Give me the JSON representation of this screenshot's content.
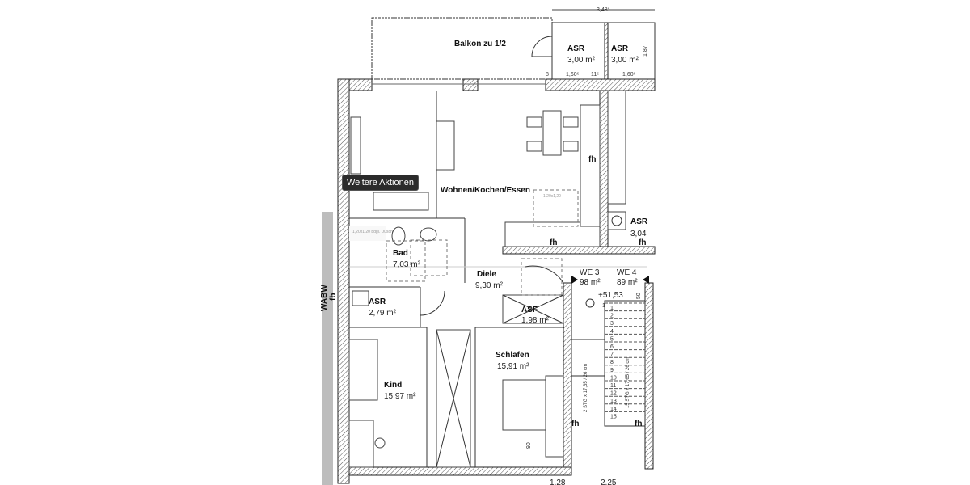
{
  "tooltip": "Weitere Aktionen",
  "plan": {
    "top_dimension": "3,48⁵",
    "balcony": "Balkon zu 1/2",
    "asr_top_left": {
      "name": "ASR",
      "area": "3,00 m²",
      "width": "1,60⁵"
    },
    "asr_top_right": {
      "name": "ASR",
      "area": "3,00 m²",
      "width": "1,60⁵",
      "height": "1,87"
    },
    "dim_wall_8": "8",
    "dim_wall_11": "11⁵",
    "living": "Wohnen/Kochen/Essen",
    "fh": "fh",
    "asr_right": {
      "name": "ASR",
      "area": "3,04"
    },
    "bad": {
      "name": "Bad",
      "area": "7,03 m²",
      "shower": "1,20x1,20 bdgl. Dusche"
    },
    "diele": {
      "name": "Diele",
      "area": "9,30 m²"
    },
    "asr_left": {
      "name": "ASR",
      "area": "2,79 m²"
    },
    "asf": {
      "name": "ASF",
      "area": "1,98 m²"
    },
    "schlafen": {
      "name": "Schlafen",
      "area": "15,91 m²"
    },
    "kind": {
      "name": "Kind",
      "area": "15,97 m²"
    },
    "we3": {
      "name": "WE 3",
      "area": "98 m²"
    },
    "we4": {
      "name": "WE 4",
      "area": "89 m²"
    },
    "level": "+51,53",
    "dim_50": "50",
    "dim_90": "90",
    "stair_left": "2 STG x 17,65 / 26 cm",
    "stair_right": "15 STG x 17,65 / 26 cm",
    "stair_26": "26 cm",
    "stair_steps": [
      "1",
      "2",
      "3",
      "4",
      "5",
      "6",
      "7",
      "8",
      "9",
      "10",
      "11",
      "12",
      "13",
      "14",
      "15"
    ],
    "wall_label": "WABW",
    "wall_fb": "fb",
    "turn_box": "1,20x1,20",
    "bottom_dim_left": "1,28",
    "bottom_dim_right": "2,25"
  }
}
